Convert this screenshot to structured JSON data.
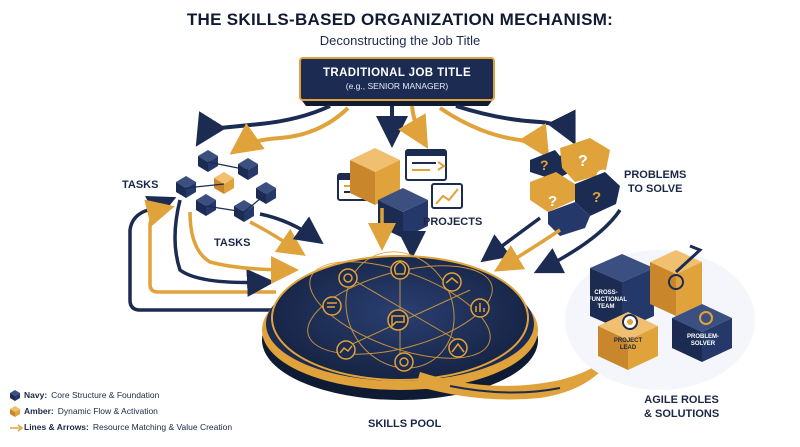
{
  "title": "THE SKILLS-BASED ORGANIZATION MECHANISM:",
  "subtitle": "Deconstructing the Job Title",
  "job_title": {
    "main": "TRADITIONAL JOB TITLE",
    "example": "(e.g., SENIOR MANAGER)"
  },
  "labels": {
    "tasks_top": "TASKS",
    "tasks_bottom": "TASKS",
    "projects": "PROJECTS",
    "problems_line1": "PROBLEMS",
    "problems_line2": "TO SOLVE",
    "skills_pool": "SKILLS POOL",
    "agile_line1": "AGILE ROLES",
    "agile_line2": "& SOLUTIONS"
  },
  "agile_roles": {
    "team_line1": "CROSS-",
    "team_line2": "FUNCTIONAL",
    "team_line3": "TEAM",
    "lead_line1": "PROJECT",
    "lead_line2": "LEAD",
    "solver_line1": "PROBLEM-",
    "solver_line2": "SOLVER"
  },
  "legend": [
    {
      "key": "Navy:",
      "text": "Core Structure & Foundation",
      "icon": "navy-cube-icon"
    },
    {
      "key": "Amber:",
      "text": "Dynamic Flow & Activation",
      "icon": "amber-cube-icon"
    },
    {
      "key": "Lines & Arrows:",
      "text": "Resource Matching & Value Creation",
      "icon": "arrow-icon"
    }
  ],
  "colors": {
    "navy": "#1b2b52",
    "amber": "#e0a23a",
    "text": "#1b2746"
  }
}
